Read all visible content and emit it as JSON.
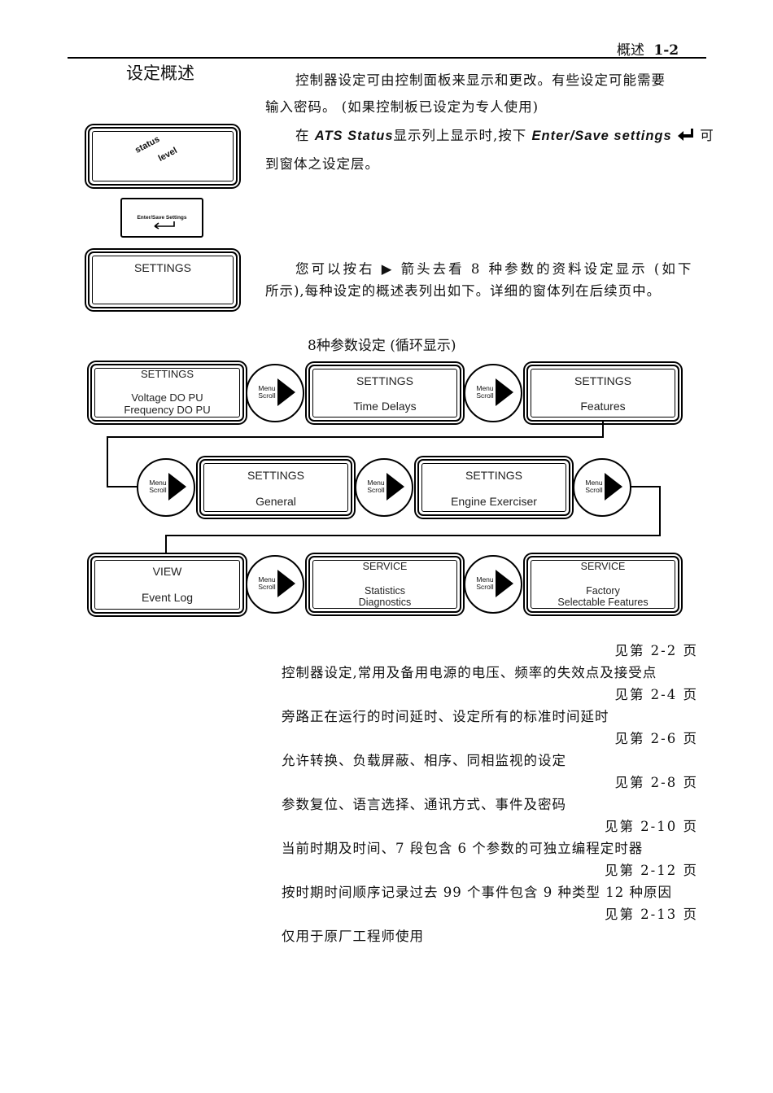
{
  "header": {
    "section": "概述",
    "page": "1-2"
  },
  "section_title": "设定概述",
  "intro": {
    "line1": "控制器设定可由控制面板来显示和更改。有些设定可能需要",
    "line2": "输入密码。 (如果控制板已设定为专人使用)",
    "line3_pre": "在",
    "line3_ats": "ATS Status",
    "line3_mid": "显示列上显示时,按下",
    "line3_btn": "Enter/Save settings",
    "line3_post": "可",
    "line4": "到窗体之设定层。",
    "line5": "您可以按右 ▶ 箭头去看 8 种参数的资料设定显示 (如下",
    "line6": "所示),每种设定的概述表列出如下。详细的窗体列在后续页中。"
  },
  "status_panel": {
    "word1": "status",
    "word2": "level"
  },
  "enter_button": {
    "label": "Enter/Save Settings"
  },
  "settings_panel": {
    "label": "SETTINGS"
  },
  "diagram_caption": "8种参数设定 (循环显示)",
  "nav_button": {
    "line1": "Menu",
    "line2": "Scroll"
  },
  "screens": [
    {
      "title": "SETTINGS",
      "sub1": "Voltage DO PU",
      "sub2": "Frequency DO PU"
    },
    {
      "title": "SETTINGS",
      "sub1": "Time Delays",
      "sub2": ""
    },
    {
      "title": "SETTINGS",
      "sub1": "Features",
      "sub2": ""
    },
    {
      "title": "SETTINGS",
      "sub1": "General",
      "sub2": ""
    },
    {
      "title": "SETTINGS",
      "sub1": "Engine Exerciser",
      "sub2": ""
    },
    {
      "title": "VIEW",
      "sub1": "Event Log",
      "sub2": ""
    },
    {
      "title": "SERVICE",
      "sub1": "Statistics",
      "sub2": "Diagnostics"
    },
    {
      "title": "SERVICE",
      "sub1": "Factory",
      "sub2": "Selectable Features"
    }
  ],
  "descriptions": [
    {
      "ref": "见第 2-2 页",
      "text": "控制器设定,常用及备用电源的电压、频率的失效点及接受点"
    },
    {
      "ref": "见第 2-4 页",
      "text": "旁路正在运行的时间延时、设定所有的标准时间延时"
    },
    {
      "ref": "见第 2-6 页",
      "text": "允许转换、负载屏蔽、相序、同相监视的设定"
    },
    {
      "ref": "见第 2-8 页",
      "text": "参数复位、语言选择、通讯方式、事件及密码"
    },
    {
      "ref": "见第 2-10 页",
      "text": "当前时期及时间、7 段包含 6 个参数的可独立编程定时器"
    },
    {
      "ref": "见第 2-12 页",
      "text": "按时期时间顺序记录过去 99 个事件包含 9 种类型 12 种原因"
    },
    {
      "ref": "见第 2-13 页",
      "text": "仅用于原厂工程师使用"
    }
  ]
}
